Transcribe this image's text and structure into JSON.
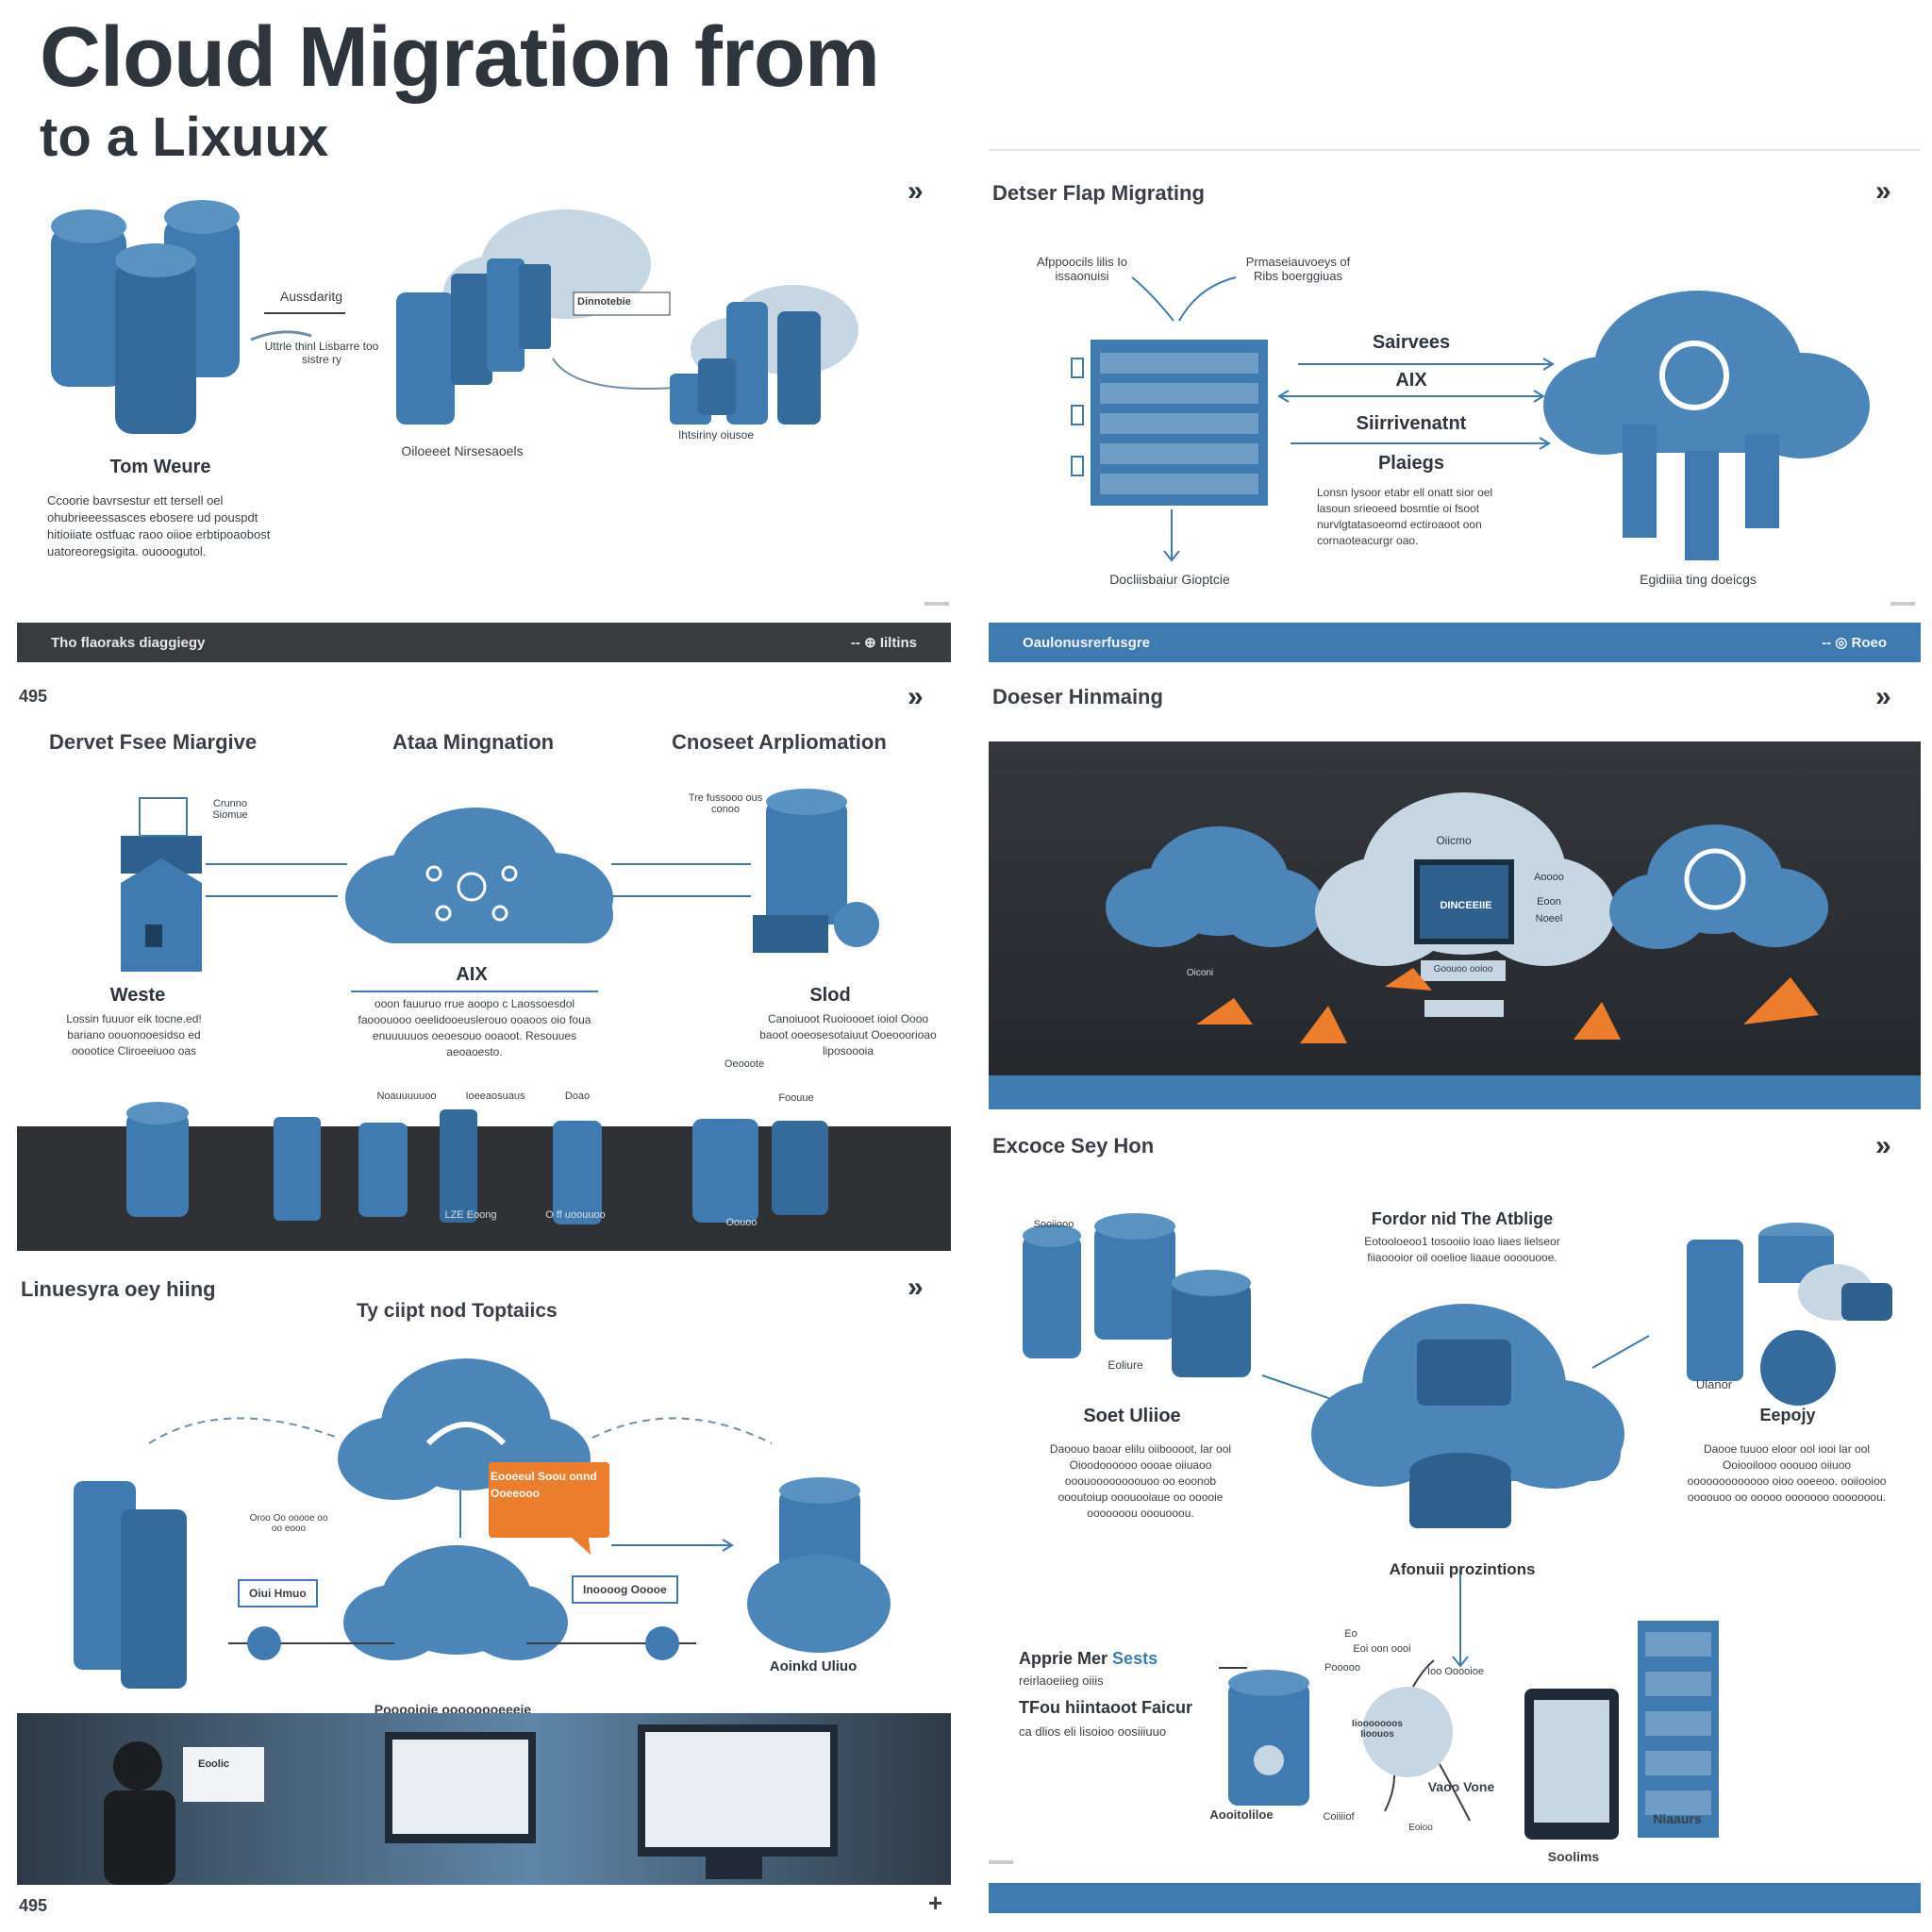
{
  "header": {
    "title_line1": "Cloud Migration from",
    "title_line2": "to a Lixuux"
  },
  "colors": {
    "primary": "#3f7bb0",
    "dark": "#2f353d",
    "bar_dark": "#3a3b3e",
    "accent": "#ec7d2d",
    "light_cloud": "#c7d6e3"
  },
  "panel1": {
    "label_left": "Aussdaritg",
    "label_mid": "Uttrle thinl Lisbarre too sistre ry",
    "label_chip": "Dinnotebie",
    "label_servers": "Oiloeeet Nirsesaoels",
    "label_cloud": "Ihtsiriny oiusoe",
    "subtitle": "Tom Weure",
    "body": "Ccoorie bavrsestur ett tersell oel ohubrieeessasces ebosere ud pouspdt hitioiiate ostfuac raoo oiioe erbtipoaobost uatoreoregsigita. ouooogutol.",
    "bar_left": "Tho flaoraks diaggiegy",
    "bar_right": "-- ⊕ Iiltins"
  },
  "panel2": {
    "title": "Detser Flap Migrating",
    "label_a": "Afppoocils lilis Io issaonuisi",
    "label_b": "Prmaseiauvoeys of Ribs boerggiuas",
    "flow1": "Sairvees",
    "flow2": "AIX",
    "flow3": "Siirrivenatnt",
    "flow4": "Plaiegs",
    "body": "Lonsn lysoor etabr ell onatt sior oel lasoun srieoeed bosmtie oi fsoot nurvlgtatasoeomd ectiroaoot oon cornaoteacurgr oao.",
    "label_bottom_left": "Docliisbaiur Gioptcie",
    "label_bottom_right": "Egidiiia ting doeicgs",
    "bar_left": "Oaulonusrerfusgre",
    "bar_right": "-- ◎ Roeo"
  },
  "panel3": {
    "page_no": "495",
    "col1": "Dervet Fsee Miargive",
    "col2": "Ataa Mingnation",
    "col3": "Cnoseet Arpliomation",
    "chip_left": "Crunno Siomue",
    "chip_right": "Tre fussooo ous conoo",
    "center_label": "AIX",
    "left_title": "Weste",
    "left_body": "Lossin fuuuor eik tocne.ed! bariano oouonooesidso ed ooootice Cliroeeiuoo oas",
    "center_body": "ooon fauuruo rrue aoopo c Laossoesdol faooouooo oeelidooeuslerouo ooaoos oio foua enuuuuuos oeoesouo ooaoot. Resouues aeoaoesto.",
    "right_title": "Slod",
    "right_body": "Canoiuoot Ruoioooet ioiol Oooo baoot ooeosesotaiuut Ooeooorioao liposoooia",
    "strip_labels": [
      "Noauuuuuoo",
      "Ioeeaosuaus",
      "Doao",
      "Oeooote",
      "Foouue"
    ],
    "strip_bottom": [
      "LZE Eoong",
      "O ff uoouuoo",
      "Oouoo"
    ]
  },
  "panel4": {
    "title": "Doeser Hinmaing",
    "cloud_top": "Oiicmo",
    "screen": "DINCEEIIE",
    "screen_sub": "Goouoo ooioo",
    "left_small": "Oiconi",
    "side_labels": [
      "Aoooo",
      "Eoon",
      "Noeel"
    ]
  },
  "panel5": {
    "title": "Linuesyra oey hiing",
    "subtitle": "Ty ciipt nod Toptaiics",
    "callout": "Eooeeul Soou onnd Ooeeooo",
    "chip_left": "Oiui Hmuo",
    "chip_right": "Inoooog Ooooe",
    "small_label": "Oroo Oo ooooe oo oo eooo",
    "label_right": "Aoinkd Uliuo",
    "label_bottom": "Pooooioie oooooooeeeie",
    "page_no": "495",
    "plus": "+",
    "screen_label": "Eoolic"
  },
  "panel6": {
    "title": "Excoce Sey Hon",
    "label_left_top": "Sooiiooo",
    "label_left_small": "Eoliure",
    "left_title": "Soet Uliioe",
    "left_body": "Daoouo baoar elilu oiiboooot, lar ool Oioodoooooo oooae oiiuaoo ooouoooooooouoo oo eoonob oooutoiup ooouooiaue oo ooooie ooooooou ooouooou.",
    "center_title": "Fordor nid The Atblige",
    "center_body": "Eotooloeoo1 tosooiio loao liaes lielseor fiiaoooior oil ooelioe liaaue oooouooe.",
    "right_small": "Ulanor",
    "right_title": "Eepojy",
    "right_body": "Daooe tuuoo eloor ool iooi lar ool Ooiooilooo ooouoo oiiuoo ooooooooooooo oioo ooeeoo. ooiiooioo oooouoo oo ooooo ooooooo ooooooou.",
    "center_bottom": "Afonuii prozintions",
    "bl_title1": "Apprie Mer",
    "bl_title1b": "Sests",
    "bl_sub1": "reirlaoeiieg oiiis",
    "bl_title2": "TFou hiintaoot Faicur",
    "bl_sub2": "ca dlios eli lisoioo oosiiiuuo",
    "bl_db": "Aooitoliloe",
    "circle": "Iiooooooos Iioouos",
    "c_top1": "Eo",
    "c_top2": "Eoi oon oooi",
    "c_left": "Pooooo",
    "c_right": "Ioo Ooooioe",
    "c_bottom1": "Coiiiiof",
    "c_bottom2": "Eoioo",
    "voice": "Vaoo Vone",
    "tablet": "Soolims",
    "rack": "Niaaurs"
  }
}
